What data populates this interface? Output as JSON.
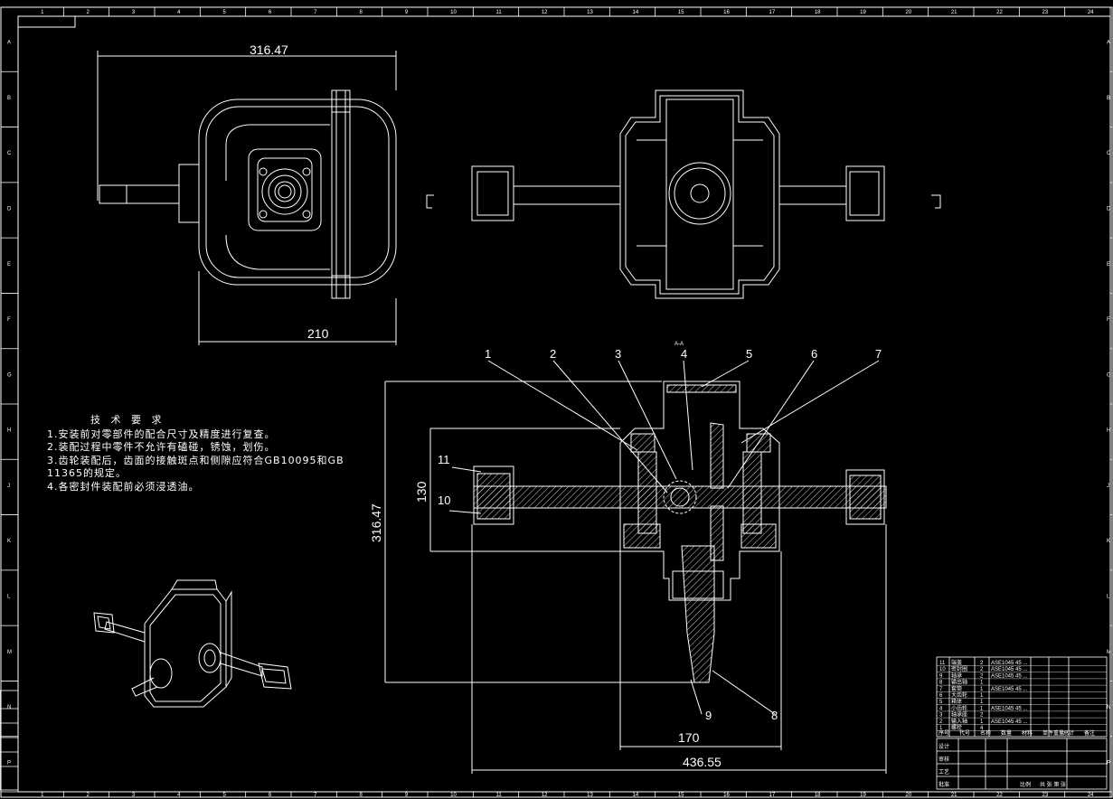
{
  "drawing": {
    "dims": {
      "top_width": "316.47",
      "top_bottom": "210",
      "sec_height": "316.47",
      "sec_130": "130",
      "sec_170": "170",
      "sec_total": "436.55"
    },
    "balloons": [
      "1",
      "2",
      "3",
      "4",
      "5",
      "6",
      "7",
      "8",
      "9",
      "10",
      "11"
    ],
    "section_mark": "A-A"
  },
  "notes": {
    "title": "技 术 要 求",
    "lines": [
      "1.安装前对零部件的配合尺寸及精度进行复查。",
      "2.装配过程中零件不允许有磕碰，锈蚀，划伤。",
      "3.齿轮装配后，齿面的接触斑点和侧隙应符合GB10095和GB",
      "11365的规定。",
      "4.各密封件装配前必须浸透油。"
    ]
  },
  "border": {
    "cols": [
      "1",
      "2",
      "3",
      "4",
      "5",
      "6",
      "7",
      "8",
      "9",
      "10",
      "11",
      "12",
      "13",
      "14",
      "15",
      "16",
      "17",
      "18",
      "19",
      "20",
      "21",
      "22",
      "23",
      "24"
    ],
    "rows": [
      "A",
      "B",
      "C",
      "D",
      "E",
      "F",
      "G",
      "H",
      "J",
      "K",
      "L",
      "M",
      "N",
      "P"
    ]
  },
  "title_block": {
    "bom_rows": [
      {
        "no": "11",
        "name": "端盖",
        "qty": "2",
        "mat": "ASE1045 45 ..."
      },
      {
        "no": "10",
        "name": "密封圈",
        "qty": "2",
        "mat": "ASE1045 45 ..."
      },
      {
        "no": "9",
        "name": "轴承",
        "qty": "2",
        "mat": "ASE1045 45 ..."
      },
      {
        "no": "8",
        "name": "输出轴",
        "qty": "1",
        "mat": ""
      },
      {
        "no": "7",
        "name": "套筒",
        "qty": "1",
        "mat": "ASE1045 45 ..."
      },
      {
        "no": "6",
        "name": "大齿轮",
        "qty": "1",
        "mat": ""
      },
      {
        "no": "5",
        "name": "箱体",
        "qty": "1",
        "mat": ""
      },
      {
        "no": "4",
        "name": "小齿轮",
        "qty": "1",
        "mat": "ASE1045 45 ..."
      },
      {
        "no": "3",
        "name": "轴承座",
        "qty": "2",
        "mat": ""
      },
      {
        "no": "2",
        "name": "输入轴",
        "qty": "1",
        "mat": "ASE1045 45 ..."
      },
      {
        "no": "1",
        "name": "螺栓",
        "qty": "4",
        "mat": ""
      }
    ],
    "header": [
      "序号",
      "代号",
      "名称",
      "数量",
      "材料",
      "单件重量",
      "总计",
      "备注"
    ],
    "sign_rows": [
      "设计",
      "审核",
      "工艺",
      "批准"
    ],
    "scale_label": "比例",
    "sheet_label": "共 张  第 张"
  },
  "colors": {
    "line": "#ffffff",
    "bg": "#000000",
    "accent": "#ffffff"
  }
}
